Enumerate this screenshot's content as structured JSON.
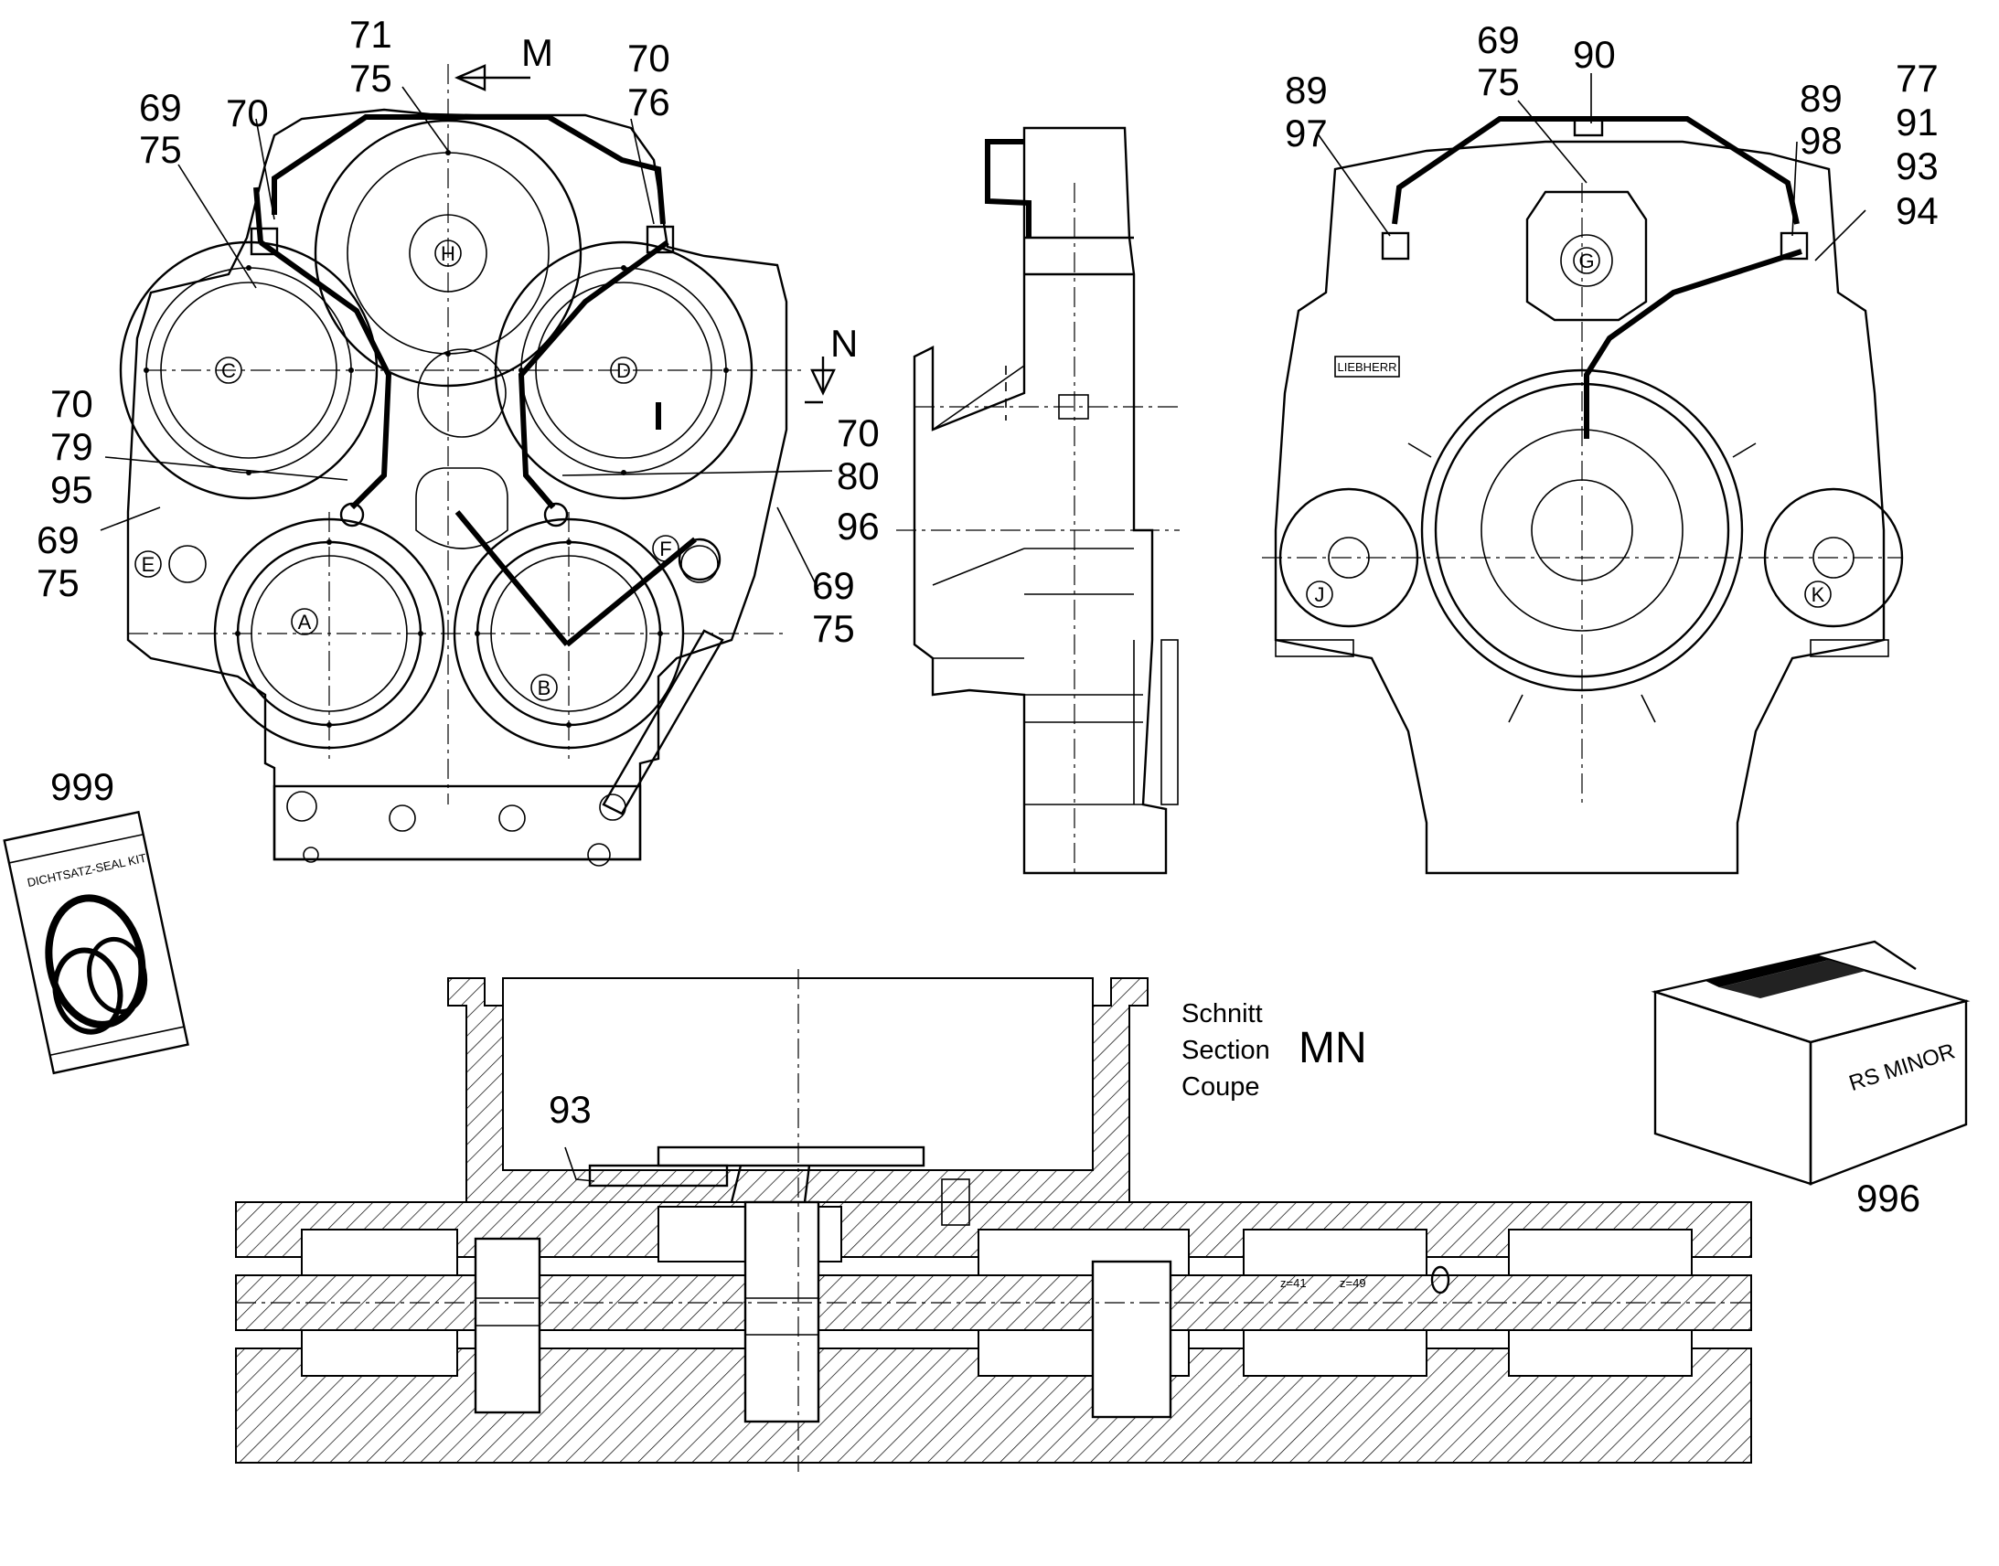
{
  "callouts": {
    "l_71": "71",
    "l_75a": "75",
    "l_M": "M",
    "l_70a": "70",
    "l_76": "76",
    "l_69a": "69",
    "l_75b": "75",
    "l_70b": "70",
    "l_70c": "70",
    "l_79": "79",
    "l_95": "95",
    "l_69b": "69",
    "l_75c": "75",
    "l_N": "N",
    "l_70d": "70",
    "l_80": "80",
    "l_96": "96",
    "l_69c": "69",
    "l_75d": "75",
    "l_69e": "69",
    "l_75e": "75",
    "l_90": "90",
    "l_89a": "89",
    "l_97": "97",
    "l_89b": "89",
    "l_98": "98",
    "l_77": "77",
    "l_91": "91",
    "l_93a": "93",
    "l_94": "94",
    "l_999": "999",
    "l_996": "996",
    "l_93b": "93"
  },
  "circle_labels": {
    "A": "A",
    "B": "B",
    "C": "C",
    "D": "D",
    "E": "E",
    "F": "F",
    "H": "H",
    "G": "G",
    "J": "J",
    "K": "K"
  },
  "section": {
    "line1": "Schnitt",
    "line2": "Section",
    "line3": "Coupe",
    "id": "MN"
  },
  "nameplate": "LIEBHERR",
  "seal_kit": "DICHTSATZ-SEAL KIT",
  "box_label": "RS MINOR",
  "section_marks": {
    "a": "z=41",
    "b": "z=49"
  }
}
